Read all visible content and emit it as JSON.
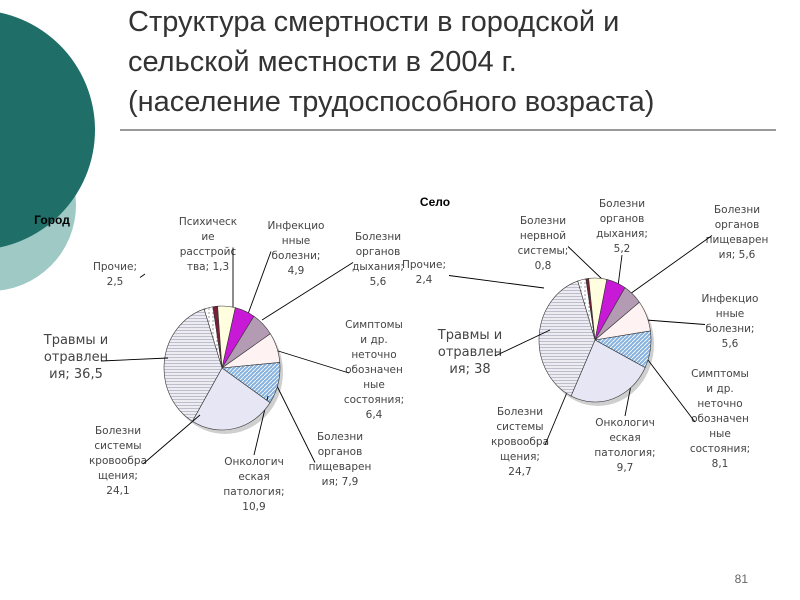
{
  "slide": {
    "title_lines": [
      "Структура смертности в городской и",
      "сельской местности в 2004 г.",
      "(население трудоспособного возраста)"
    ],
    "page_number": "81",
    "colors": {
      "deco_dark": "#1f6e68",
      "deco_light": "#9fc9c5"
    }
  },
  "chart_data": [
    {
      "type": "pie",
      "title": "Город",
      "series": [
        {
          "name": "Прочие",
          "value": 2.5,
          "label_lines": [
            "Прочие;",
            "2,5"
          ],
          "color": "#ffffff",
          "pattern": "dots"
        },
        {
          "name": "Психические расстройства",
          "value": 1.3,
          "label_lines": [
            "Психическ",
            "ие",
            "расстройс",
            "тва; 1,3"
          ],
          "color": "#7a1f3a"
        },
        {
          "name": "Инфекционные болезни",
          "value": 4.9,
          "label_lines": [
            "Инфекцио",
            "нные",
            "болезни;",
            "4,9"
          ],
          "color": "#ffffe0"
        },
        {
          "name": "Болезни органов дыхания",
          "value": 5.6,
          "label_lines": [
            "Болезни",
            "органов",
            "дыхания;",
            "5,6"
          ],
          "color": "#c81ad6"
        },
        {
          "name": "Симптомы и др. неточно обозначенные состояния",
          "value": 6.4,
          "label_lines": [
            "Симптомы",
            "и др.",
            "неточно",
            "обозначен",
            "ные",
            "состояния;",
            "6,4"
          ],
          "color": "#b49bb4"
        },
        {
          "name": "Болезни органов пищеварения",
          "value": 7.9,
          "label_lines": [
            "Болезни",
            "органов",
            "пищеварен",
            "ия; 7,9"
          ],
          "color": "#fff2f2"
        },
        {
          "name": "Онкологическая патология",
          "value": 10.9,
          "label_lines": [
            "Онкологич",
            "еская",
            "патология;",
            "10,9"
          ],
          "color": "#89b4e0",
          "pattern": "hatch"
        },
        {
          "name": "Болезни системы кровообращения",
          "value": 24.1,
          "label_lines": [
            "Болезни",
            "системы",
            "кровообра",
            "щения;",
            "24,1"
          ],
          "color": "#e6e6f5"
        },
        {
          "name": "Травмы и отравления",
          "value": 36.5,
          "label_lines": [
            "Травмы и",
            "отравлен",
            "ия; 36,5"
          ],
          "color": "#d9d9e3",
          "pattern": "lines"
        }
      ]
    },
    {
      "type": "pie",
      "title": "Село",
      "series": [
        {
          "name": "Прочие",
          "value": 2.4,
          "label_lines": [
            "Прочие;",
            "2,4"
          ],
          "color": "#ffffff",
          "pattern": "dots"
        },
        {
          "name": "Болезни нервной системы",
          "value": 0.8,
          "label_lines": [
            "Болезни",
            "нервной",
            "системы;",
            "0,8"
          ],
          "color": "#7a1f3a"
        },
        {
          "name": "Болезни органов дыхания",
          "value": 5.2,
          "label_lines": [
            "Болезни",
            "органов",
            "дыхания;",
            "5,2"
          ],
          "color": "#ffffe0"
        },
        {
          "name": "Болезни органов пищеварения",
          "value": 5.6,
          "label_lines": [
            "Болезни",
            "органов",
            "пищеварен",
            "ия; 5,6"
          ],
          "color": "#c81ad6"
        },
        {
          "name": "Инфекционные болезни",
          "value": 5.6,
          "label_lines": [
            "Инфекцио",
            "нные",
            "болезни;",
            "5,6"
          ],
          "color": "#b49bb4"
        },
        {
          "name": "Симптомы и др. неточно обозначенные состояния",
          "value": 8.1,
          "label_lines": [
            "Симптомы",
            "и др.",
            "неточно",
            "обозначен",
            "ные",
            "состояния;",
            "8,1"
          ],
          "color": "#fff2f2"
        },
        {
          "name": "Онкологическая патология",
          "value": 9.7,
          "label_lines": [
            "Онкологич",
            "еская",
            "патология;",
            "9,7"
          ],
          "color": "#89b4e0",
          "pattern": "hatch"
        },
        {
          "name": "Болезни системы кровообращения",
          "value": 24.7,
          "label_lines": [
            "Болезни",
            "системы",
            "кровообра",
            "щения;",
            "24,7"
          ],
          "color": "#e6e6f5"
        },
        {
          "name": "Травмы и отравления",
          "value": 38,
          "label_lines": [
            "Травмы и",
            "отравлен",
            "ия; 38"
          ],
          "color": "#d9d9e3",
          "pattern": "lines"
        }
      ]
    }
  ]
}
